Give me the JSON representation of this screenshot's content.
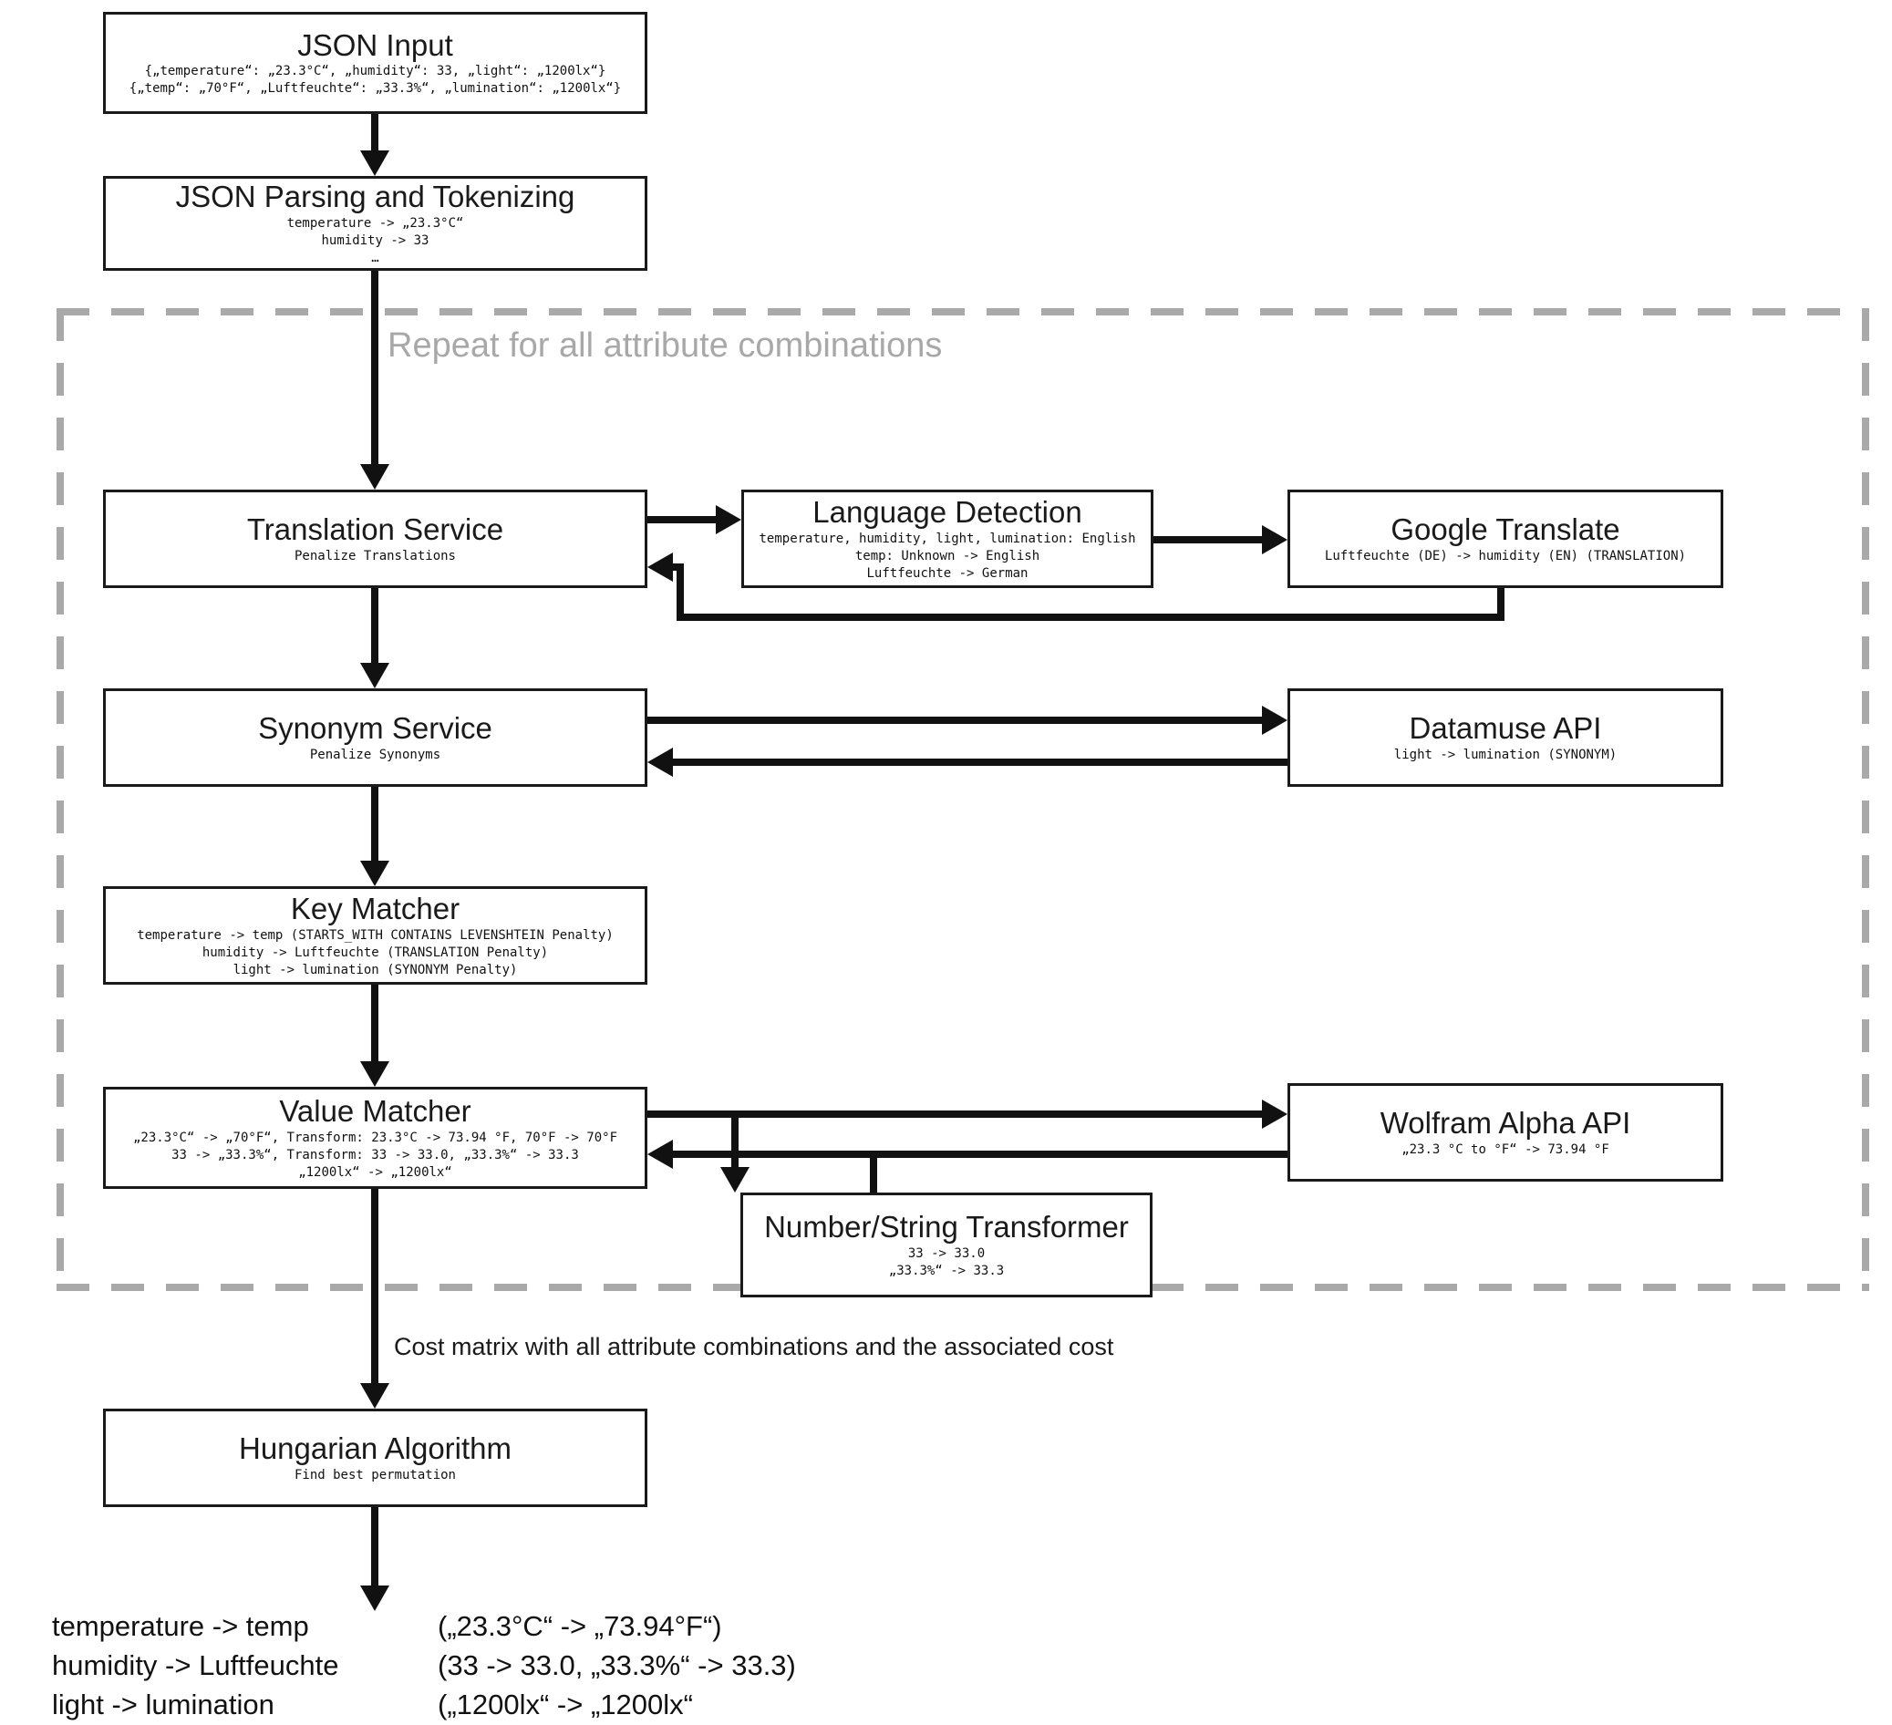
{
  "nodes": {
    "json_input": {
      "title": "JSON Input",
      "lines": [
        "{„temperature“: „23.3°C“, „humidity“: 33, „light“: „1200lx“}",
        "{„temp“: „70°F“, „Luftfeuchte“: „33.3%“, „lumination“: „1200lx“}"
      ]
    },
    "json_parsing": {
      "title": "JSON Parsing and Tokenizing",
      "lines": [
        "temperature -> „23.3°C“",
        "humidity -> 33",
        "…"
      ]
    },
    "translation_service": {
      "title": "Translation Service",
      "lines": [
        "Penalize Translations"
      ]
    },
    "language_detection": {
      "title": "Language Detection",
      "lines": [
        "temperature, humidity, light, lumination: English",
        "temp: Unknown -> English",
        "Luftfeuchte -> German"
      ]
    },
    "google_translate": {
      "title": "Google Translate",
      "lines": [
        "Luftfeuchte (DE) -> humidity (EN) (TRANSLATION)"
      ]
    },
    "synonym_service": {
      "title": "Synonym Service",
      "lines": [
        "Penalize Synonyms"
      ]
    },
    "datamuse_api": {
      "title": "Datamuse API",
      "lines": [
        "light -> lumination (SYNONYM)"
      ]
    },
    "key_matcher": {
      "title": "Key Matcher",
      "lines": [
        "temperature -> temp (STARTS_WITH CONTAINS LEVENSHTEIN Penalty)",
        "humidity -> Luftfeuchte (TRANSLATION Penalty)",
        "light -> lumination (SYNONYM Penalty)"
      ]
    },
    "value_matcher": {
      "title": "Value Matcher",
      "lines": [
        "„23.3°C“ -> „70°F“, Transform: 23.3°C -> 73.94 °F, 70°F -> 70°F",
        "33 -> „33.3%“, Transform: 33 -> 33.0, „33.3%“ -> 33.3",
        "„1200lx“ -> „1200lx“"
      ]
    },
    "wolfram_alpha": {
      "title": "Wolfram Alpha API",
      "lines": [
        "„23.3 °C to °F“ -> 73.94 °F"
      ]
    },
    "number_string_transformer": {
      "title": "Number/String Transformer",
      "lines": [
        "33 -> 33.0",
        "„33.3%“ -> 33.3"
      ]
    },
    "hungarian_algorithm": {
      "title": "Hungarian Algorithm",
      "lines": [
        "Find best permutation"
      ]
    }
  },
  "labels": {
    "repeat_region": "Repeat for all attribute combinations",
    "cost_matrix": "Cost matrix with all attribute combinations and the associated cost"
  },
  "results": {
    "rows": [
      {
        "mapping": "temperature -> temp",
        "values": "(„23.3°C“ -> „73.94°F“)"
      },
      {
        "mapping": "humidity -> Luftfeuchte",
        "values": "(33 -> 33.0, „33.3%“ -> 33.3)"
      },
      {
        "mapping": "light -> lumination",
        "values": "(„1200lx“ -> „1200lx“"
      }
    ]
  },
  "colors": {
    "arrow": "#111111",
    "box_border": "#1a1a1a",
    "dashed_border": "#a9a9a9",
    "repeat_label": "#a8a8a8",
    "background": "#ffffff"
  }
}
